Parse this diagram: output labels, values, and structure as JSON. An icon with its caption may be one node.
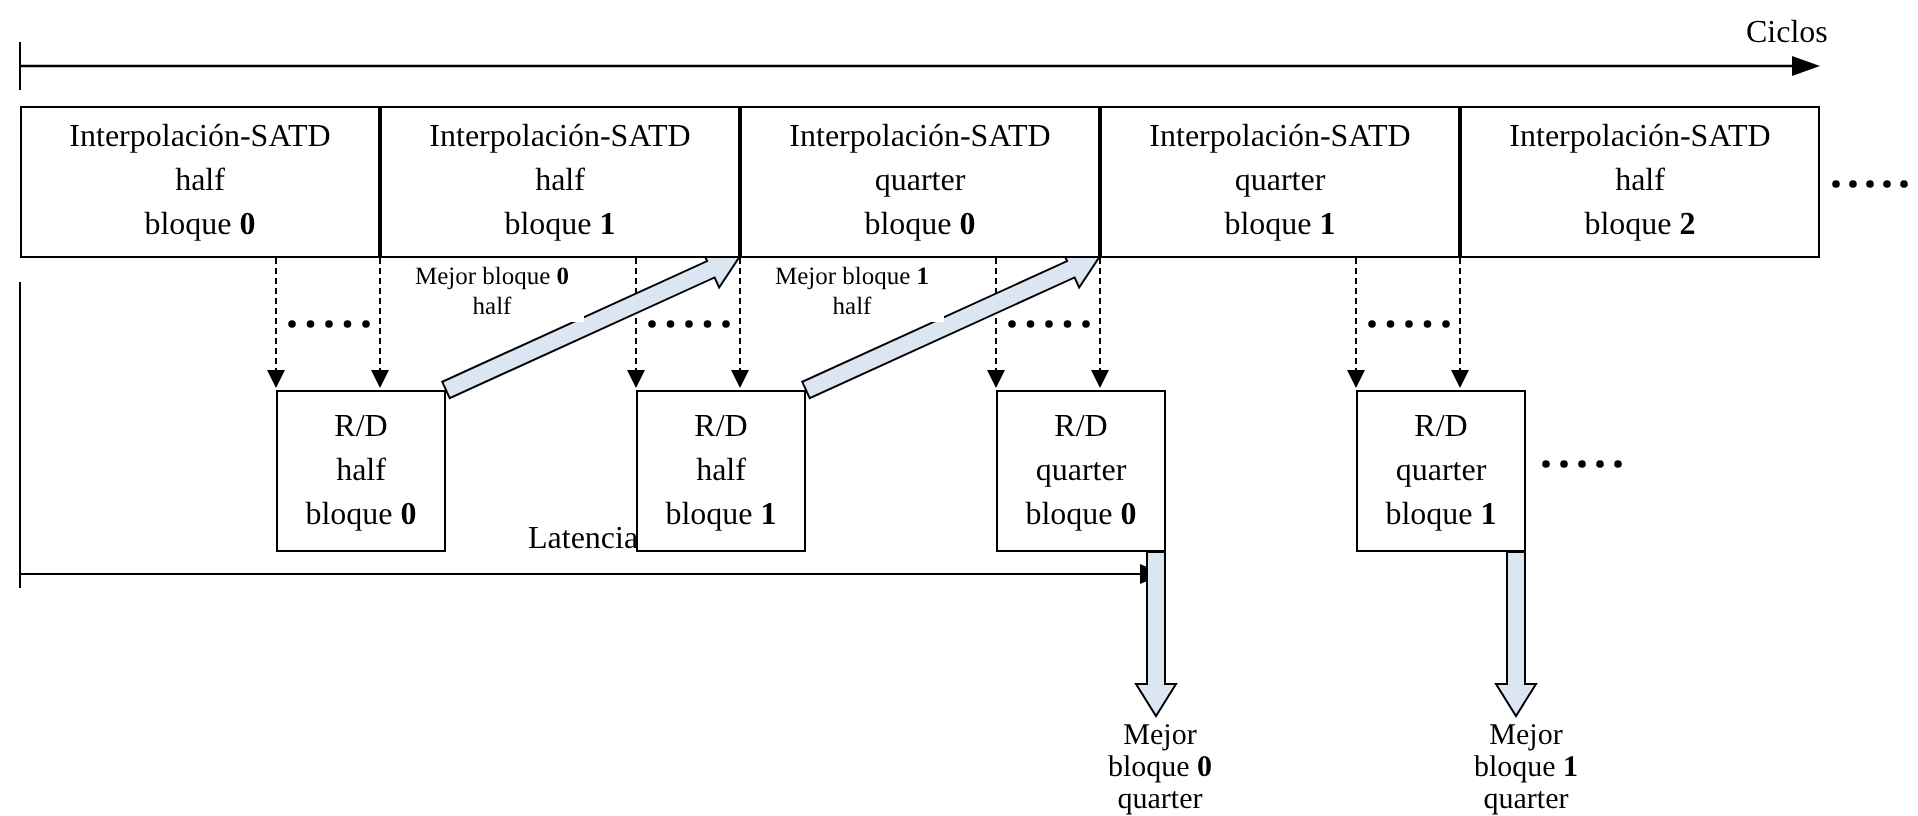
{
  "diagram": {
    "nodes": [
      {
        "text": [
          "Interpolación-SATD",
          "half",
          "bloque **0**"
        ]
      },
      {
        "text": [
          "Interpolación-SATD",
          "half",
          "bloque **1**"
        ]
      },
      {
        "text": [
          "Interpolación-SATD",
          "quarter",
          "bloque **0**"
        ]
      },
      {
        "text": [
          "Interpolación-SATD",
          "quarter",
          "bloque **1**"
        ]
      },
      {
        "text": [
          "Interpolación-SATD",
          "half",
          "bloque **2**"
        ]
      },
      {
        "text": [
          "R/D",
          "half",
          "bloque **0**"
        ]
      },
      {
        "text": [
          "R/D",
          "half",
          "bloque **1**"
        ]
      },
      {
        "text": [
          "R/D",
          "quarter",
          "bloque **0**"
        ]
      },
      {
        "text": [
          "R/D",
          "quarter",
          "bloque **1**"
        ]
      },
      {
        "text": [
          "Mejor bloque **0** quarter"
        ]
      },
      {
        "text": [
          "Mejor bloque **1** quarter"
        ]
      }
    ],
    "edges": [
      {
        "from": 0,
        "to": 5,
        "arrow": "to",
        "style": "dashed"
      },
      {
        "from": 0,
        "to": 5,
        "arrow": "to",
        "style": "dashed"
      },
      {
        "from": 1,
        "to": 6,
        "arrow": "to",
        "style": "dashed"
      },
      {
        "from": 1,
        "to": 6,
        "arrow": "to",
        "style": "dashed"
      },
      {
        "from": 2,
        "to": 7,
        "arrow": "to",
        "style": "dashed"
      },
      {
        "from": 2,
        "to": 7,
        "arrow": "to",
        "style": "dashed"
      },
      {
        "from": 3,
        "to": 8,
        "arrow": "to",
        "style": "dashed"
      },
      {
        "from": 3,
        "to": 8,
        "arrow": "to",
        "style": "dashed"
      },
      {
        "from": 5,
        "to": 2,
        "arrow": "to",
        "style": "thick",
        "color": "#dce6f2",
        "label": "Mejor bloque **0** half"
      },
      {
        "from": 6,
        "to": 3,
        "arrow": "to",
        "style": "thick",
        "color": "#dce6f2",
        "label": "Mejor bloque **1** half"
      },
      {
        "from": 7,
        "to": 9,
        "arrow": "to",
        "style": "thick",
        "color": "#dce6f2"
      },
      {
        "from": 8,
        "to": 10,
        "arrow": "to",
        "style": "thick",
        "color": "#dce6f2"
      }
    ],
    "labels": [
      "Ciclos",
      "Latencia"
    ]
  }
}
